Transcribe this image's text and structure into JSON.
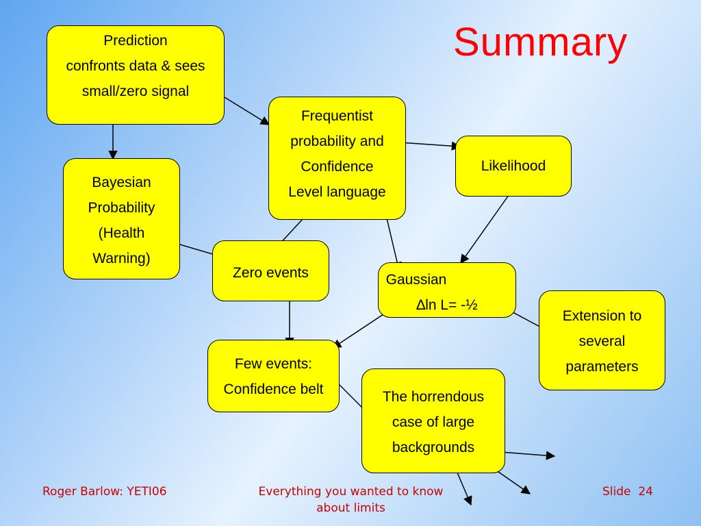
{
  "title": "Summary",
  "boxes": {
    "prediction": [
      "Prediction",
      "confronts data & sees",
      "small/zero signal"
    ],
    "frequentist": [
      "Frequentist",
      "probability and",
      "Confidence",
      "Level language"
    ],
    "likelihood": [
      "Likelihood"
    ],
    "bayesian": [
      "Bayesian",
      "Probability",
      "(Health",
      "Warning)"
    ],
    "zero_events": [
      "Zero events"
    ],
    "gaussian": [
      "Gaussian",
      "∆ln L= -½"
    ],
    "extension": [
      "Extension to",
      "several",
      "parameters"
    ],
    "few_events": [
      "Few events:",
      "Confidence belt"
    ],
    "horrendous": [
      "The horrendous",
      "case of large",
      "backgrounds"
    ]
  },
  "footer": {
    "author": "Roger Barlow: YETI06",
    "center_line1": "Everything you wanted to know",
    "center_line2": "about limits",
    "slide_label": "Slide",
    "slide_number": "24"
  },
  "colors": {
    "box_fill": "#ffff00",
    "title": "#ff0000",
    "footer_text": "#cc0000"
  }
}
